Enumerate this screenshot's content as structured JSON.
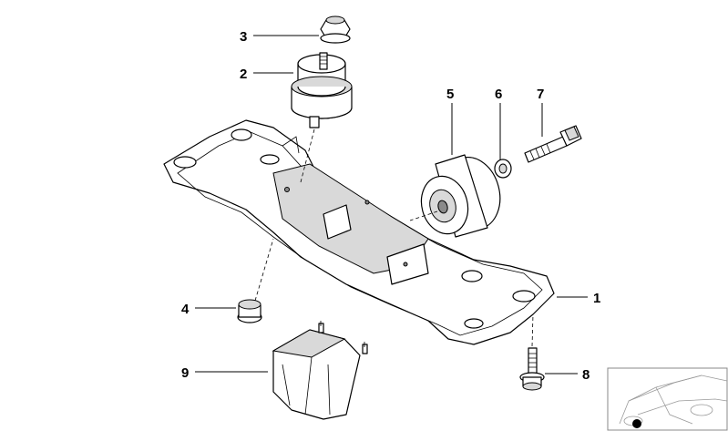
{
  "callouts": [
    {
      "label": "1",
      "part": "transmission-crossmember"
    },
    {
      "label": "2",
      "part": "transmission-mount-rubber"
    },
    {
      "label": "3",
      "part": "top-nut"
    },
    {
      "label": "4",
      "part": "lower-nut"
    },
    {
      "label": "5",
      "part": "bushing"
    },
    {
      "label": "6",
      "part": "washer"
    },
    {
      "label": "7",
      "part": "bolt"
    },
    {
      "label": "8",
      "part": "flange-bolt"
    },
    {
      "label": "9",
      "part": "heat-shield-bracket"
    }
  ],
  "colors": {
    "line": "#000000",
    "shade": "#d9d9d9",
    "dark": "#8a8a8a",
    "inset": "#9a9a9a"
  }
}
